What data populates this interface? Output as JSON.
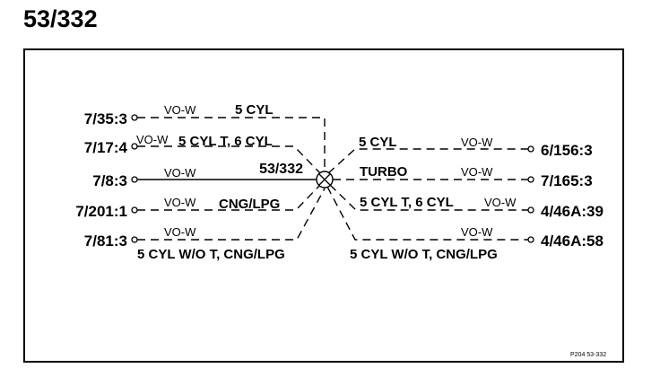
{
  "title": "53/332",
  "center_label": "53/332",
  "footer_ref": "P204  53-332",
  "left": [
    {
      "pin": "7/35:3",
      "wire": "VO-W",
      "tag": "5 CYL"
    },
    {
      "pin": "7/17:4",
      "wire": "VO-W",
      "tag": "5 CYL T, 6 CYL"
    },
    {
      "pin": "7/8:3",
      "wire": "VO-W",
      "tag": ""
    },
    {
      "pin": "7/201:1",
      "wire": "VO-W",
      "tag": "CNG/LPG"
    },
    {
      "pin": "7/81:3",
      "wire": "VO-W",
      "tag": "5 CYL W/O T, CNG/LPG"
    }
  ],
  "right": [
    {
      "pin": "6/156:3",
      "wire": "VO-W",
      "tag": "5 CYL"
    },
    {
      "pin": "7/165:3",
      "wire": "VO-W",
      "tag": "TURBO"
    },
    {
      "pin": "4/46A:39",
      "wire": "VO-W",
      "tag": "5 CYL T, 6 CYL"
    },
    {
      "pin": "4/46A:58",
      "wire": "VO-W",
      "tag": "5 CYL W/O T, CNG/LPG"
    }
  ]
}
